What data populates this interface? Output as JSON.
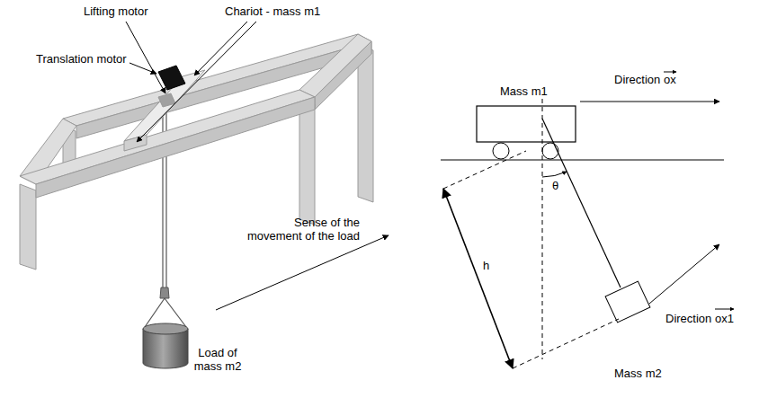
{
  "diagram": {
    "labels": [
      "Lifting motor",
      "Chariot - mass m1",
      "Translation motor",
      "Sense of the movement of the load",
      "Load of mass m2",
      "Mass m1",
      "Direction ox",
      "h",
      "θ",
      "Direction ox1",
      "Mass m2"
    ]
  }
}
